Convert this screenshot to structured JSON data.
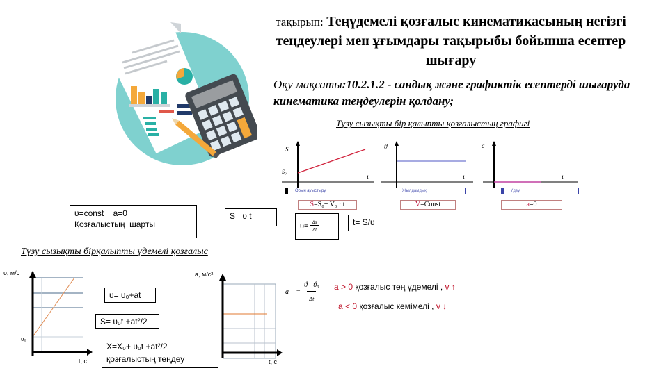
{
  "header": {
    "prefix": "тақырып:",
    "title": "Теңүдемелі қозғалыс кинематикасының негізгі теңдеулері мен ұғымдары тақырыбы бойынша есептер шығару"
  },
  "goal": {
    "label": "Оқу мақсаты",
    "text": ":10.2.1.2 - сандық және графиктік есептерді шығаруда кинематика теңдеулерін қолдану;"
  },
  "uniform_section": {
    "heading": "Түзу сызықты бір қалыпты қозғалыстың графигі",
    "graphs": [
      {
        "y_axis": "S",
        "x_axis": "t",
        "y0_label": "S₀",
        "caption": "Орын ауыстыру",
        "formula_lhs": "S",
        "formula_rhs": "=S₀+ V₀ · t",
        "line_color": "#d0203a",
        "caption_color": "#000000"
      },
      {
        "y_axis": "ϑ",
        "x_axis": "t",
        "caption": "Жылдамдық",
        "formula_lhs": "V",
        "formula_rhs": "=Const",
        "line_color": "#8a8fd8",
        "caption_color": "#3a44a8"
      },
      {
        "y_axis": "a",
        "x_axis": "t",
        "caption": "Үдеу",
        "formula_lhs": "a",
        "formula_rhs": "=0",
        "line_color": "#c040a0",
        "caption_color": "#3a44a8"
      }
    ],
    "conditions_box": {
      "line1": "υ=const    a=0",
      "line2": "Қозғалыстың  шарты"
    },
    "distance_box": "S= υ t",
    "velocity_box": {
      "lhs": "υ=",
      "num": "Δs",
      "den": "Δt"
    },
    "time_box": "t= S/υ"
  },
  "accel_section": {
    "heading": "Түзу сызықты бірқалыпты үдемелі қозғалыс",
    "velocity_graph": {
      "y_axis": "υ, м/с",
      "x_axis": "t, с",
      "y0_label": "υ₀",
      "line_color": "#e08a50"
    },
    "accel_graph": {
      "y_axis": "a, м/с²",
      "x_axis": "t, с",
      "line_color": "#e07a30"
    },
    "formula_velocity": "υ= υ₀+at",
    "formula_distance": "S= υ₀t +at²/2",
    "formula_position": {
      "line1": "X=X₀+ υ₀t +at²/2",
      "line2": "қозғалыстың теңдеу"
    },
    "accel_def": {
      "lhs": "a⃗ =",
      "num": "ϑ - ϑ₀",
      "den": "Δt"
    },
    "cond_positive": {
      "sign": "a > 0",
      "text": " қозғалыс тең үдемелі ,",
      "arrow": " v ↑"
    },
    "cond_negative": {
      "sign": "a < 0",
      "text": " қозғалыс кемімелі ,",
      "arrow": " v ↓"
    }
  }
}
